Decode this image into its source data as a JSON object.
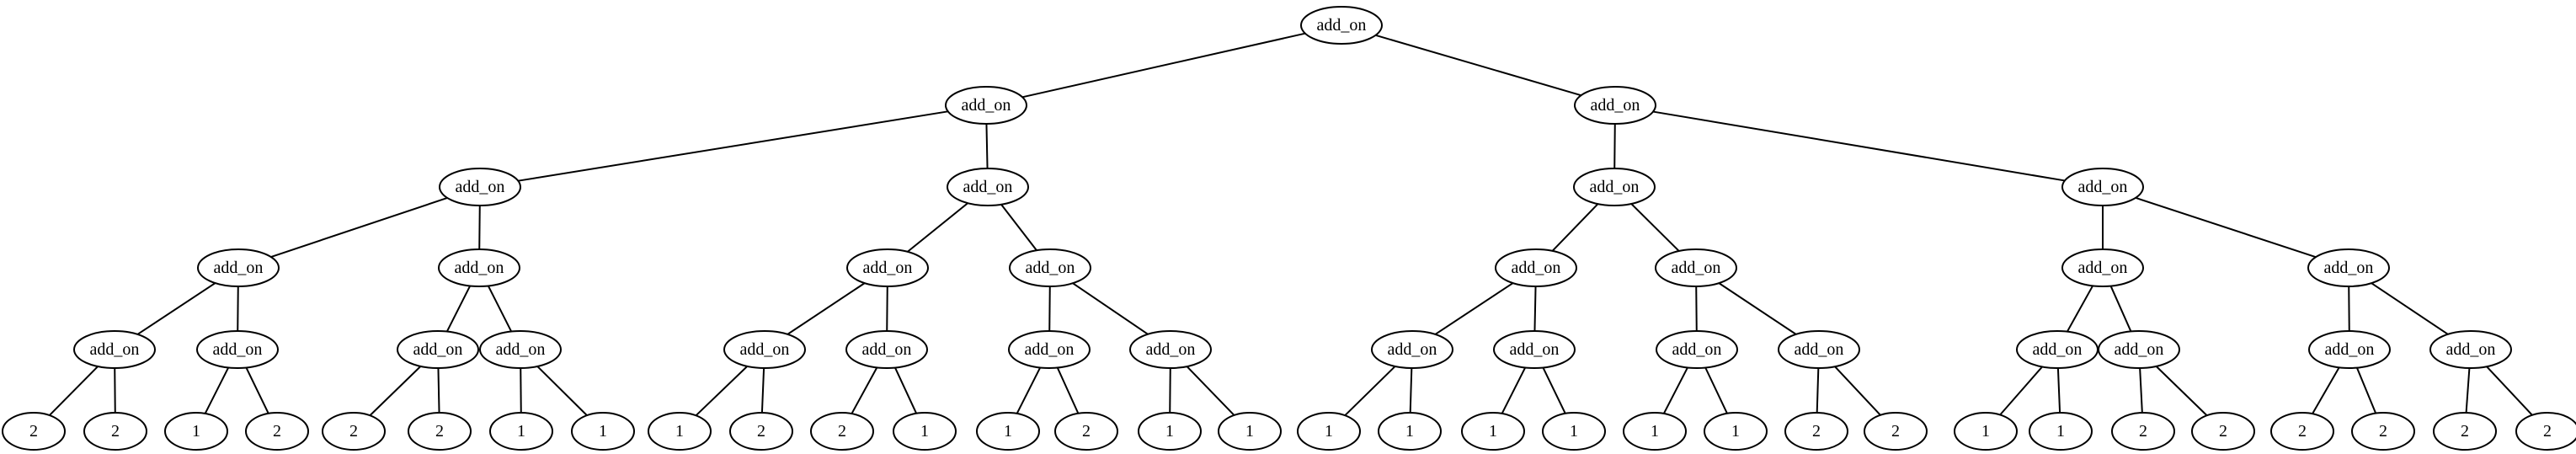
{
  "tree": {
    "label": "add_on",
    "children": [
      {
        "label": "add_on",
        "children": [
          {
            "label": "add_on",
            "children": [
              {
                "label": "add_on",
                "children": [
                  {
                    "label": "add_on",
                    "children": [
                      {
                        "label": "2"
                      },
                      {
                        "label": "2"
                      }
                    ]
                  },
                  {
                    "label": "add_on",
                    "children": [
                      {
                        "label": "1"
                      },
                      {
                        "label": "2"
                      }
                    ]
                  }
                ]
              },
              {
                "label": "add_on",
                "children": [
                  {
                    "label": "add_on",
                    "children": [
                      {
                        "label": "2"
                      },
                      {
                        "label": "2"
                      }
                    ]
                  },
                  {
                    "label": "add_on",
                    "children": [
                      {
                        "label": "1"
                      },
                      {
                        "label": "1"
                      }
                    ]
                  }
                ]
              }
            ]
          },
          {
            "label": "add_on",
            "children": [
              {
                "label": "add_on",
                "children": [
                  {
                    "label": "add_on",
                    "children": [
                      {
                        "label": "1"
                      },
                      {
                        "label": "2"
                      }
                    ]
                  },
                  {
                    "label": "add_on",
                    "children": [
                      {
                        "label": "2"
                      },
                      {
                        "label": "1"
                      }
                    ]
                  }
                ]
              },
              {
                "label": "add_on",
                "children": [
                  {
                    "label": "add_on",
                    "children": [
                      {
                        "label": "1"
                      },
                      {
                        "label": "2"
                      }
                    ]
                  },
                  {
                    "label": "add_on",
                    "children": [
                      {
                        "label": "1"
                      },
                      {
                        "label": "1"
                      }
                    ]
                  }
                ]
              }
            ]
          }
        ]
      },
      {
        "label": "add_on",
        "children": [
          {
            "label": "add_on",
            "children": [
              {
                "label": "add_on",
                "children": [
                  {
                    "label": "add_on",
                    "children": [
                      {
                        "label": "1"
                      },
                      {
                        "label": "1"
                      }
                    ]
                  },
                  {
                    "label": "add_on",
                    "children": [
                      {
                        "label": "1"
                      },
                      {
                        "label": "1"
                      }
                    ]
                  }
                ]
              },
              {
                "label": "add_on",
                "children": [
                  {
                    "label": "add_on",
                    "children": [
                      {
                        "label": "1"
                      },
                      {
                        "label": "1"
                      }
                    ]
                  },
                  {
                    "label": "add_on",
                    "children": [
                      {
                        "label": "2"
                      },
                      {
                        "label": "2"
                      }
                    ]
                  }
                ]
              }
            ]
          },
          {
            "label": "add_on",
            "children": [
              {
                "label": "add_on",
                "children": [
                  {
                    "label": "add_on",
                    "children": [
                      {
                        "label": "1"
                      },
                      {
                        "label": "1"
                      }
                    ]
                  },
                  {
                    "label": "add_on",
                    "children": [
                      {
                        "label": "2"
                      },
                      {
                        "label": "2"
                      }
                    ]
                  }
                ]
              },
              {
                "label": "add_on",
                "children": [
                  {
                    "label": "add_on",
                    "children": [
                      {
                        "label": "2"
                      },
                      {
                        "label": "2"
                      }
                    ]
                  },
                  {
                    "label": "add_on",
                    "children": [
                      {
                        "label": "2"
                      },
                      {
                        "label": "2"
                      }
                    ]
                  }
                ]
              }
            ]
          }
        ]
      }
    ]
  }
}
